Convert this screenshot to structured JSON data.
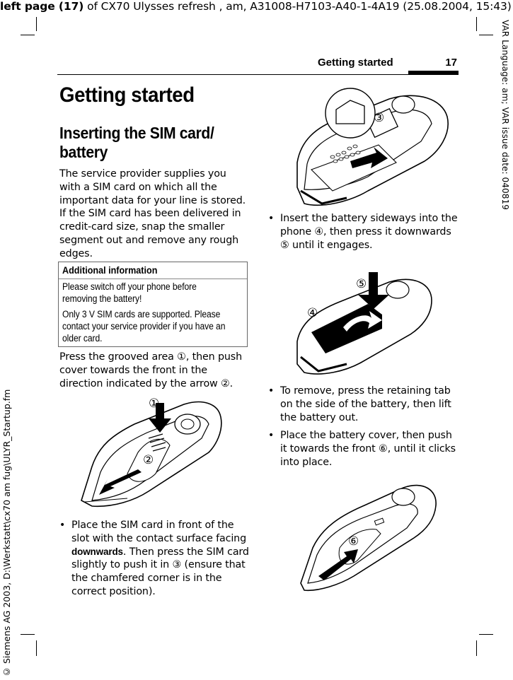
{
  "source_line": {
    "prefix": "left page (17)",
    "rest": " of CX70 Ulysses refresh , am, A31008-H7103-A40-1-4A19 (25.08.2004, 15:43)"
  },
  "side_right": "VAR Language: am; VAR issue date: 040819",
  "side_left": "© Siemens AG 2003, D:\\Werkstatt\\cx70 am fug\\ULYR_Startup.fm",
  "header": {
    "title": "Getting started",
    "page_number": "17"
  },
  "heading_main": "Getting started",
  "heading_section": "Inserting the SIM card/ battery",
  "para_intro": "The service provider supplies you with a SIM card on which all the important data for your line is stored. If the SIM card has been delivered in credit-card size, snap the smaller segment out and remove any rough edges.",
  "info_box": {
    "title": "Additional information",
    "line1": "Please switch off your phone before removing the battery!",
    "line2": "Only 3 V SIM cards are supported. Please contact your service provider if you have an older card."
  },
  "para_press": "Press the grooved area ①, then push cover towards the front in the direction indicated by the arrow ②.",
  "bullets": {
    "sim_a": "Place the SIM card in front of the slot with the contact surface facing ",
    "sim_bold": "downwards",
    "sim_b": ". Then press the SIM card slightly to push it in ③ (ensure that the chamfered corner is in the correct position).",
    "battery_insert": "Insert the battery sideways into the phone ④, then press it downwards ⑤ until it engages.",
    "battery_remove": "To remove, press the retaining tab on the side of the battery, then lift the battery out.",
    "cover_place": "Place the battery cover, then push it towards the front ⑥, until it clicks into place."
  },
  "bullet_symbol": "•",
  "markers": {
    "m1": "①",
    "m2": "②",
    "m3": "③",
    "m4": "④",
    "m5": "⑤",
    "m6": "⑥"
  }
}
